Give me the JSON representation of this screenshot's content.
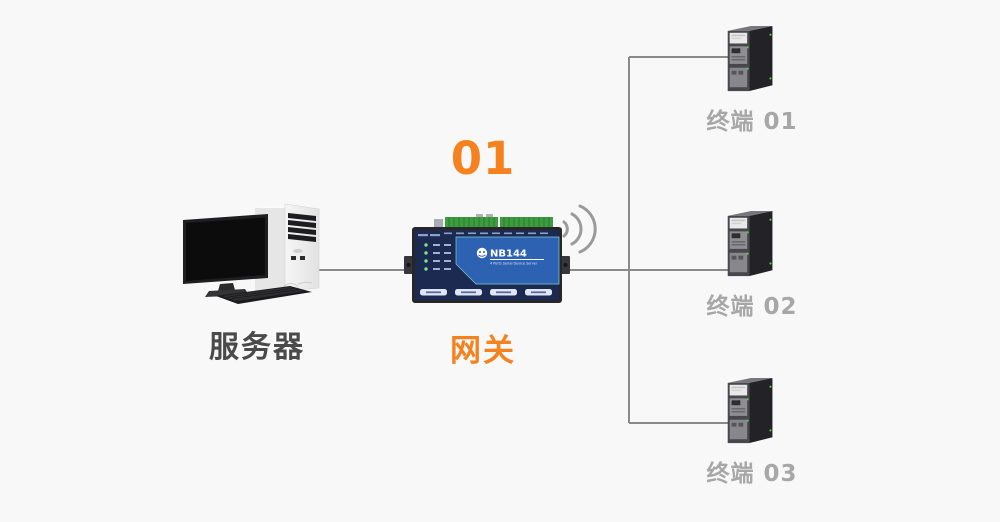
{
  "diagram": {
    "step_number": "01",
    "server": {
      "label": "服务器"
    },
    "gateway": {
      "label": "网关",
      "device_name": "NB144",
      "device_tagline": "4 Ports Serial Device Server"
    },
    "terminals": [
      {
        "label": "终端 01"
      },
      {
        "label": "终端 02"
      },
      {
        "label": "终端 03"
      }
    ],
    "colors": {
      "accent_orange": "#F6821F",
      "line_gray": "#8A8A8A",
      "label_gray": "#A7A7A7",
      "label_dark": "#4A4A4A",
      "gateway_navy": "#1C2A52",
      "gateway_blue": "#2D62B3",
      "terminal_block_green": "#3C9C40"
    },
    "icons": {
      "wifi_icon": "wifi-signal-arcs"
    }
  }
}
